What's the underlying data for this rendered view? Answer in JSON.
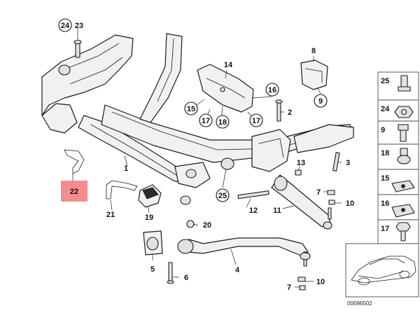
{
  "callouts": {
    "c1": "1",
    "c2": "2",
    "c3": "3",
    "c4": "4",
    "c5": "5",
    "c6": "6",
    "c7": "7",
    "c8": "8",
    "c9": "9",
    "c10": "10",
    "c10b": "10",
    "c11": "11",
    "c12": "12",
    "c13": "13",
    "c14": "14",
    "c15": "15",
    "c16": "16",
    "c17": "17",
    "c17b": "17",
    "c18": "18",
    "c19": "19",
    "c20": "20",
    "c21": "21",
    "c22": "22",
    "c23": "23",
    "c24": "24",
    "c25": "25"
  },
  "legend": {
    "items": [
      "25",
      "24",
      "9",
      "18",
      "15",
      "16",
      "17"
    ]
  },
  "diagram_code": "00096502",
  "highlight_color": "#f48d8d"
}
